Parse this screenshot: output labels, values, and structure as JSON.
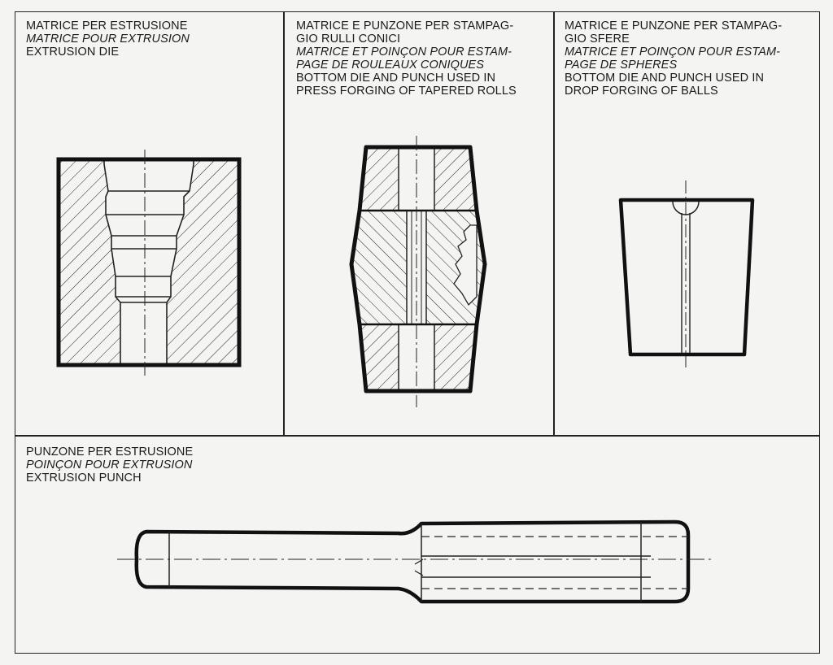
{
  "panels": {
    "extrusion_die": {
      "lines": [
        "MATRICE PER ESTRUSIONE",
        "MATRICE POUR EXTRUSION",
        "EXTRUSION DIE"
      ]
    },
    "tapered_rolls": {
      "lines": [
        "MATRICE E PUNZONE PER STAMPAG-",
        "GIO RULLI CONICI",
        "MATRICE ET POINÇON POUR ESTAM-",
        "PAGE DE ROULEAUX CONIQUES",
        "BOTTOM DIE AND PUNCH USED IN",
        "PRESS FORGING OF TAPERED ROLLS"
      ]
    },
    "spheres": {
      "lines": [
        "MATRICE E PUNZONE PER STAMPAG-",
        "GIO SFERE",
        "MATRICE ET POINÇON POUR ESTAM-",
        "PAGE DE SPHERES",
        "BOTTOM DIE AND PUNCH USED IN",
        "DROP FORGING OF BALLS"
      ]
    },
    "extrusion_punch": {
      "lines": [
        "PUNZONE PER ESTRUSIONE",
        "POINÇON POUR EXTRUSION",
        "EXTRUSION PUNCH"
      ]
    }
  }
}
